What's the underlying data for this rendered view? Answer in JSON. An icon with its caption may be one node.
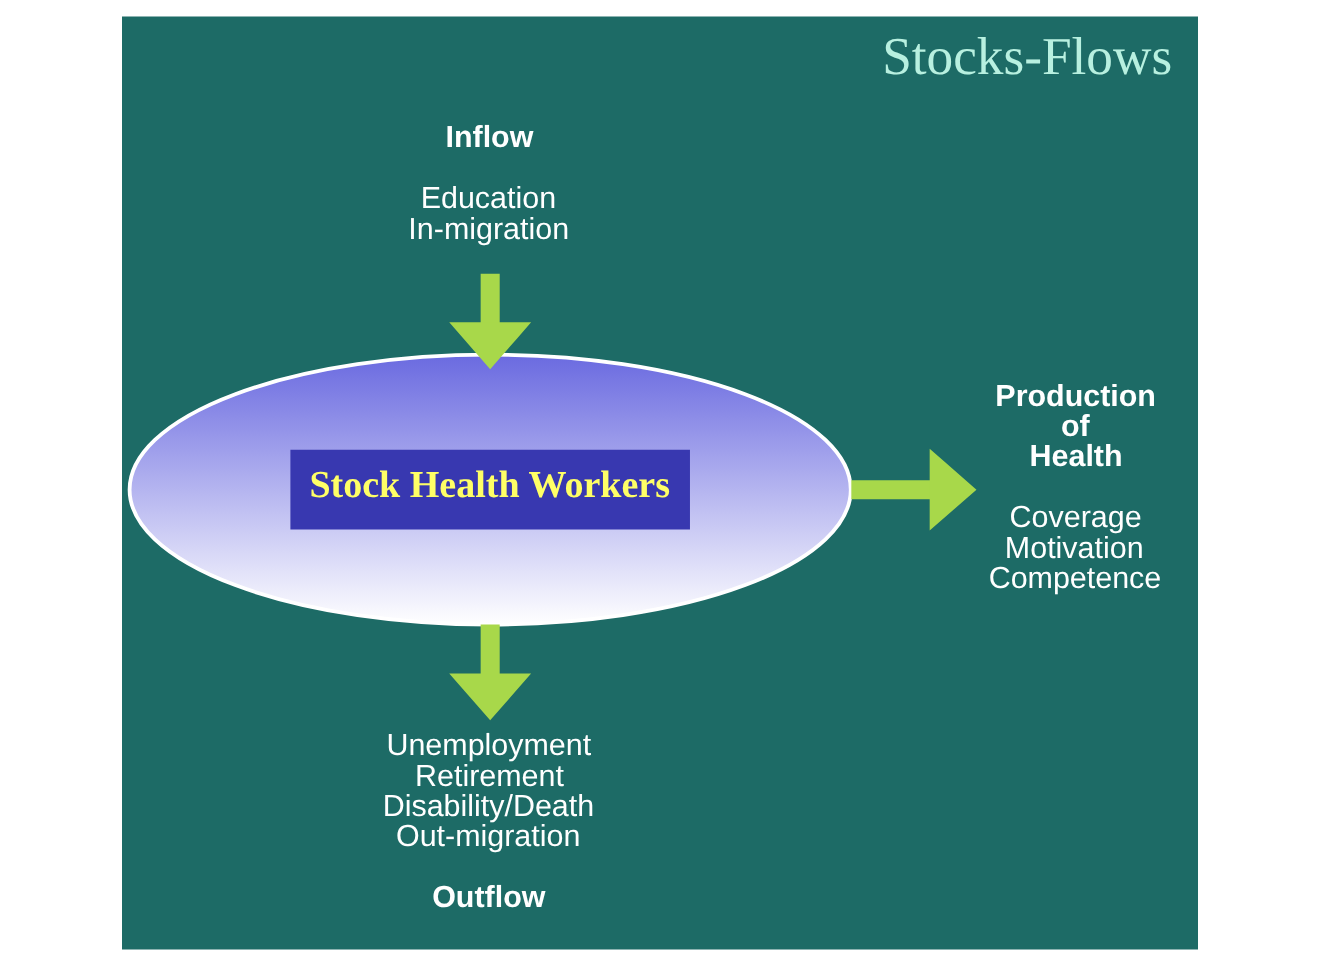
{
  "diagram": {
    "title": "Stocks-Flows",
    "nodes": [
      {
        "text": [
          "Inflow",
          "Education In-migration"
        ]
      },
      {
        "text": [
          "Stock Health Workers"
        ]
      },
      {
        "text": [
          "Production of Health",
          "Coverage Motivation Competence"
        ]
      },
      {
        "text": [
          "Unemployment Retirement Disability/Death Out-migration",
          "Outflow"
        ]
      }
    ],
    "edges": [
      {
        "from": 0,
        "to": 1,
        "arrow": "to"
      },
      {
        "from": 1,
        "to": 2,
        "arrow": "to"
      },
      {
        "from": 1,
        "to": 3,
        "arrow": "to"
      }
    ]
  }
}
